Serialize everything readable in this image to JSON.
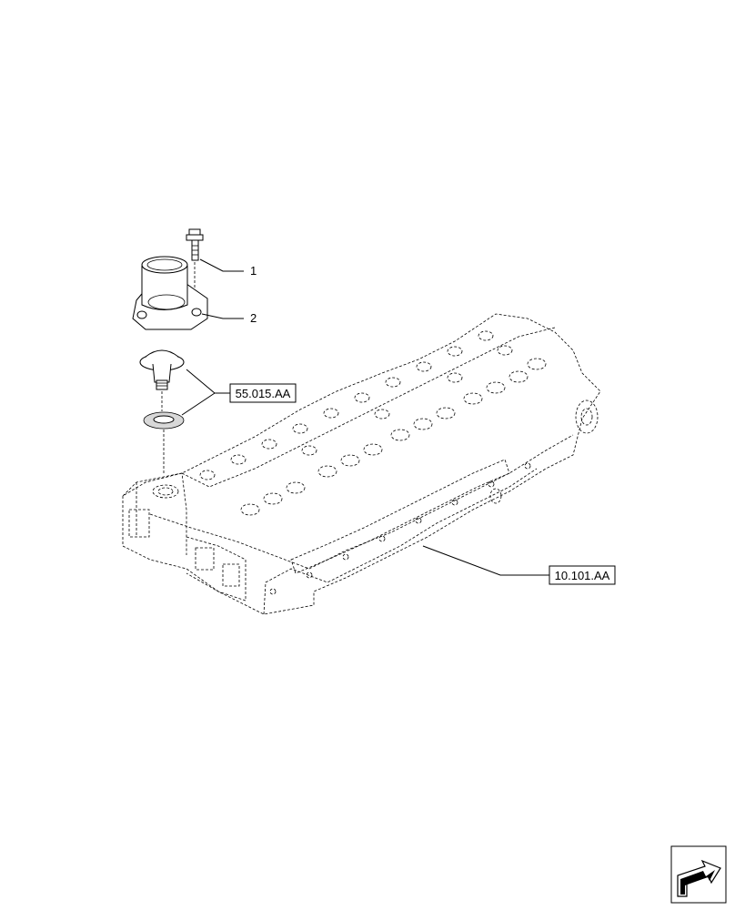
{
  "callouts": [
    {
      "id": "1",
      "label": "1"
    },
    {
      "id": "2",
      "label": "2"
    }
  ],
  "references": [
    {
      "id": "thermostat-ref",
      "label": "55.015.AA"
    },
    {
      "id": "cylinder-head-ref",
      "label": "10.101.AA"
    }
  ],
  "nav": {
    "icon": "next-page-arrow-icon"
  }
}
